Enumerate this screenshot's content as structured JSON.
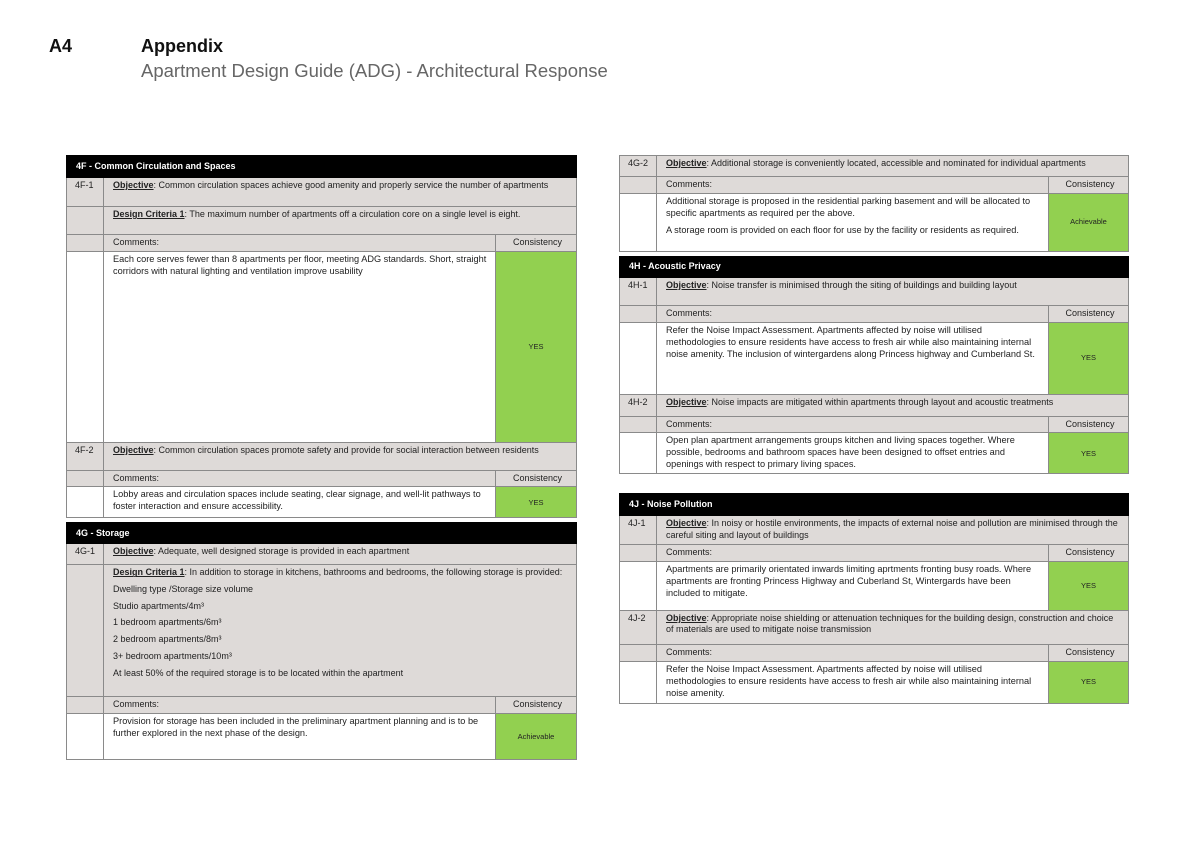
{
  "header": {
    "code": "A4",
    "title": "Appendix",
    "subtitle": "Apartment Design Guide (ADG) - Architectural Response"
  },
  "colors": {
    "header_bg": "#000000",
    "row_bg": "#dedad8",
    "consistency_green": "#92d050"
  },
  "left_table": [
    {
      "type": "header",
      "text": "4F - Common Circulation and Spaces"
    },
    {
      "type": "objective",
      "id": "4F-1",
      "label": "Objective",
      "text": ": Common circulation spaces achieve good amenity and properly service the number of apartments"
    },
    {
      "type": "objective",
      "id": "",
      "label": "Design Criteria 1",
      "text": ": The maximum number of apartments off a circulation core on a single level is eight."
    },
    {
      "type": "comments",
      "comments": "Comments:",
      "consistency": "Consistency"
    },
    {
      "type": "body",
      "paras": [
        "Each core serves fewer than 8 apartments per floor, meeting ADG standards. Short, straight corridors with natural lighting and ventilation improve usability"
      ],
      "value": "YES"
    },
    {
      "type": "objective",
      "id": "4F-2",
      "label": "Objective",
      "text": ": Common circulation spaces promote safety and provide for social interaction between residents"
    },
    {
      "type": "comments",
      "comments": "Comments:",
      "consistency": "Consistency"
    },
    {
      "type": "body",
      "paras": [
        "Lobby areas and circulation spaces include seating, clear signage, and well-lit pathways to foster interaction and ensure accessibility."
      ],
      "value": "YES"
    },
    {
      "type": "gap"
    },
    {
      "type": "header",
      "text": "4G - Storage"
    },
    {
      "type": "objective",
      "id": "4G-1",
      "label": "Objective",
      "text": ": Adequate, well designed storage is provided in each apartment"
    },
    {
      "type": "objective",
      "id": "",
      "label": "Design Criteria 1",
      "text": ": In addition to storage in kitchens, bathrooms and bedrooms, the following storage is provided:",
      "lines": [
        "Dwelling type /Storage size volume",
        "Studio apartments/4m³",
        "1 bedroom apartments/6m³",
        "2 bedroom apartments/8m³",
        "3+ bedroom apartments/10m³",
        "At least 50% of the required storage is to be located within the apartment"
      ]
    },
    {
      "type": "comments",
      "comments": "Comments:",
      "consistency": "Consistency"
    },
    {
      "type": "body",
      "paras": [
        "Provision for storage has been included in the preliminary apartment planning and is to be further explored in the next phase of the design."
      ],
      "value": "Achievable"
    }
  ],
  "right_table": [
    {
      "type": "objective",
      "id": "4G-2",
      "label": "Objective",
      "text": ":  Additional storage is conveniently located, accessible and nominated for individual apartments"
    },
    {
      "type": "comments",
      "comments": "Comments:",
      "consistency": "Consistency"
    },
    {
      "type": "body",
      "paras": [
        "Additional storage is proposed in the residential parking basement and will be allocated to specific apartments as required per the above.",
        "A storage room is provided on each floor for use by the facility or residents as required."
      ],
      "value": "Achievable"
    },
    {
      "type": "gap"
    },
    {
      "type": "header",
      "text": "4H - Acoustic Privacy"
    },
    {
      "type": "objective",
      "id": "4H-1",
      "label": "Objective",
      "text": ": Noise transfer is minimised through the siting of buildings and building layout"
    },
    {
      "type": "comments",
      "comments": "Comments:",
      "consistency": "Consistency"
    },
    {
      "type": "body",
      "paras": [
        "Refer the Noise Impact Assessment. Apartments affected by noise will utilised methodologies to ensure residents have access to fresh air while also maintaining internal noise amenity. The inclusion of wintergardens along Princess highway and Cumberland St."
      ],
      "value": "YES"
    },
    {
      "type": "objective",
      "id": "4H-2",
      "label": "Objective",
      "text": ": Noise impacts are mitigated within apartments through layout and acoustic treatments"
    },
    {
      "type": "comments",
      "comments": "Comments:",
      "consistency": "Consistency"
    },
    {
      "type": "body",
      "paras": [
        "Open plan apartment arrangements groups kitchen and living spaces together. Where possible, bedrooms and bathroom spaces have been designed to offset entries and openings with respect to primary living spaces."
      ],
      "value": "YES"
    },
    {
      "type": "gap"
    },
    {
      "type": "header",
      "text": "4J - Noise Pollution"
    },
    {
      "type": "objective",
      "id": "4J-1",
      "label": "Objective",
      "text": ": In noisy or hostile environments, the impacts of external noise and pollution are minimised through the careful siting and layout of buildings"
    },
    {
      "type": "comments",
      "comments": "Comments:",
      "consistency": "Consistency"
    },
    {
      "type": "body",
      "paras": [
        "Apartments are primarily orientated inwards limiting aprtments fronting busy roads. Where apartments are fronting Princess Highway and Cuberland St, Wintergards have been included to mitigate."
      ],
      "value": "YES"
    },
    {
      "type": "objective",
      "id": "4J-2",
      "label": "Objective",
      "text": ": Appropriate noise shielding or attenuation techniques for the building design, construction and choice of materials are used to mitigate noise transmission"
    },
    {
      "type": "comments",
      "comments": "Comments:",
      "consistency": "Consistency"
    },
    {
      "type": "body",
      "paras": [
        "Refer the Noise Impact Assessment. Apartments affected by noise will utilised methodologies to ensure residents have access to fresh air while also maintaining internal noise amenity."
      ],
      "value": "YES"
    }
  ]
}
